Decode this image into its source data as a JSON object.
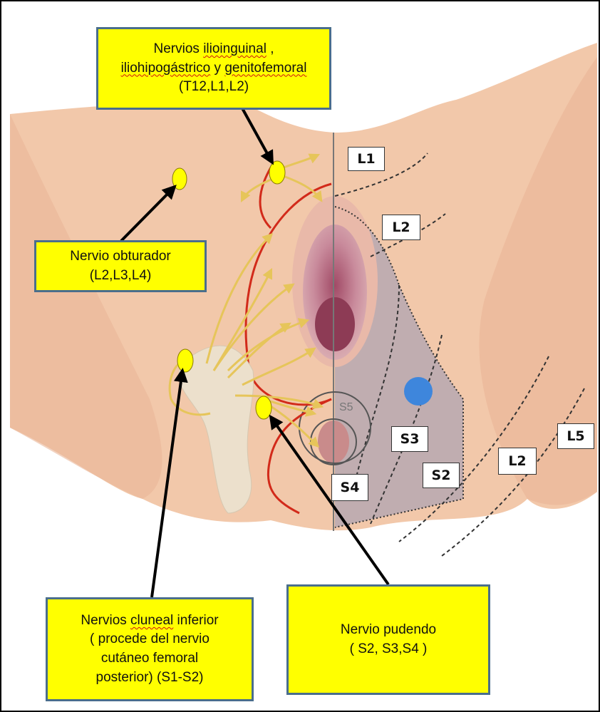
{
  "callouts": {
    "top": {
      "prefix": "Nervios ",
      "w1": "ilioinguinal",
      "sep": " ,",
      "w2": "iliohipogástrico",
      "mid": " y ",
      "w3": "genitofemoral",
      "line3": "(T12,L1,L2)"
    },
    "obturator": {
      "line1": "Nervio obturador",
      "line2": "(L2,L3,L4)"
    },
    "cluneal": {
      "prefix": "Nervios ",
      "w1": "cluneal",
      "rest": " inferior",
      "line2": "( procede del nervio",
      "line3": "cutáneo femoral",
      "line4": "posterior) (S1-S2)"
    },
    "pudendal": {
      "line1": "Nervio pudendo",
      "line2": "( S2, S3,S4 )"
    }
  },
  "segments": {
    "l1": "L1",
    "l2_upper": "L2",
    "s3": "S3",
    "s2": "S2",
    "s4": "S4",
    "l2_lower": "L2",
    "l5": "L5",
    "s5": "S5"
  },
  "colors": {
    "callout_fill": "#ffff00",
    "callout_border": "#4a6e8c",
    "nerve_node": "#ffff00",
    "nerve_branch": "#e6c55a",
    "boundary_red": "#d22a1a",
    "skin": "#f0c3a4",
    "shaded_zone": "#b7a8b2",
    "blue_dot": "#3e86dc"
  }
}
